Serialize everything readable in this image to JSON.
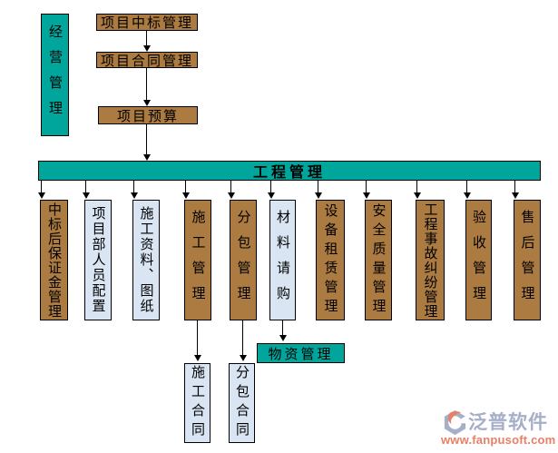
{
  "palette": {
    "teal": "#00a69b",
    "brown": "#ac7b42",
    "light_blue": "#d9e5f2",
    "line": "#000000",
    "logo_gray_blue": "#a6afc7",
    "logo_salmon": "#e87f66"
  },
  "left_panel": {
    "label": "经营管理"
  },
  "top_chain": [
    {
      "label": "项目中标管理"
    },
    {
      "label": "项目合同管理"
    },
    {
      "label": "项目预算"
    }
  ],
  "main_bar": {
    "label": "工程管理"
  },
  "columns": [
    {
      "label": "中标后保证金管理",
      "type": "brown"
    },
    {
      "label": "项目部人员配置",
      "type": "blue"
    },
    {
      "label": "施工资料、图纸",
      "type": "blue"
    },
    {
      "label": "施工管理",
      "type": "brown"
    },
    {
      "label": "分包管理",
      "type": "brown"
    },
    {
      "label": "材料请购",
      "type": "blue"
    },
    {
      "label": "设备租赁管理",
      "type": "brown"
    },
    {
      "label": "安全质量管理",
      "type": "brown"
    },
    {
      "label": "工程事故纠纷管理",
      "type": "brown"
    },
    {
      "label": "验收管理",
      "type": "brown"
    },
    {
      "label": "售后管理",
      "type": "brown"
    }
  ],
  "sub_nodes": {
    "material_management": {
      "label": "物资管理"
    },
    "construction_contract": {
      "label": "施工合同"
    },
    "subcontract_contract": {
      "label": "分包合同"
    }
  },
  "watermark": {
    "brand": "泛普软件",
    "url": "www.fanpusoft.com"
  }
}
